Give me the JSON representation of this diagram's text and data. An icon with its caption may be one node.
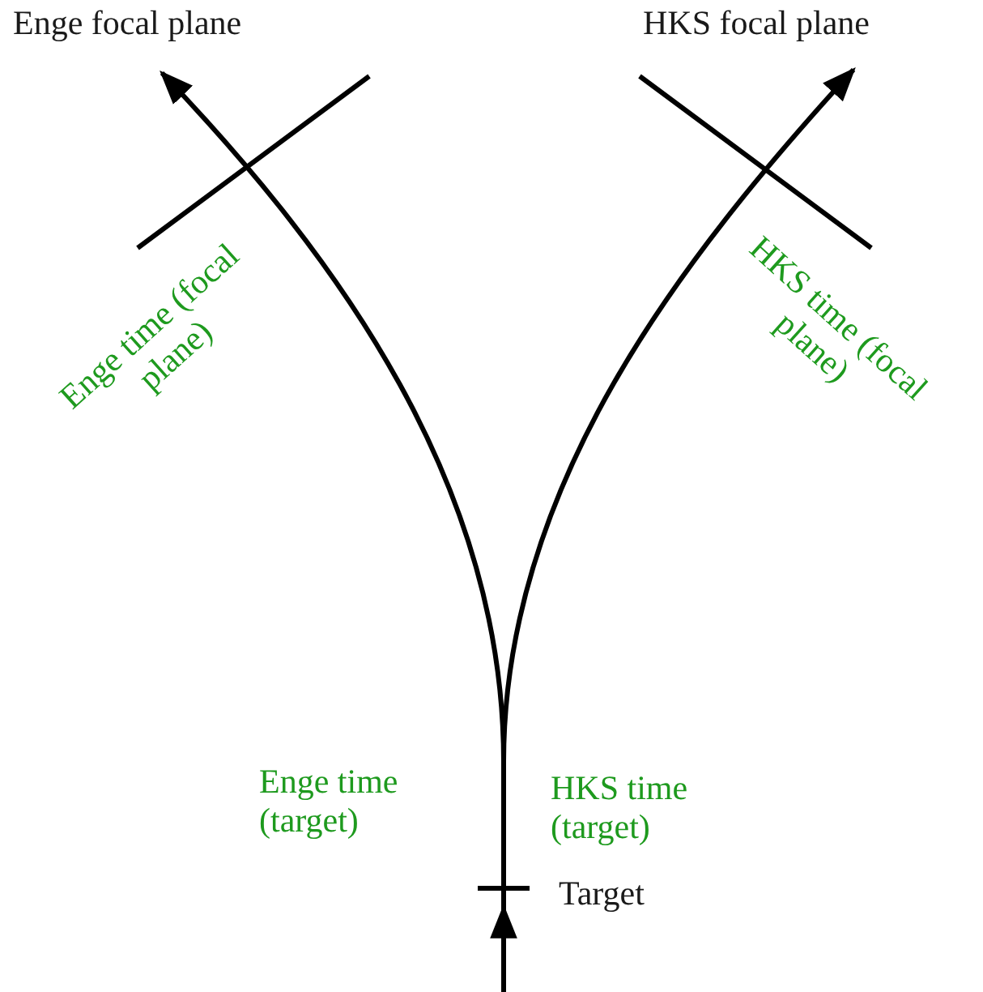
{
  "diagram": {
    "labels": [
      "Enge focal plane",
      "HKS focal plane",
      "Enge time (focal plane)",
      "HKS time (focal plane)",
      "Enge time (target)",
      "HKS time (target)",
      "Target"
    ]
  }
}
